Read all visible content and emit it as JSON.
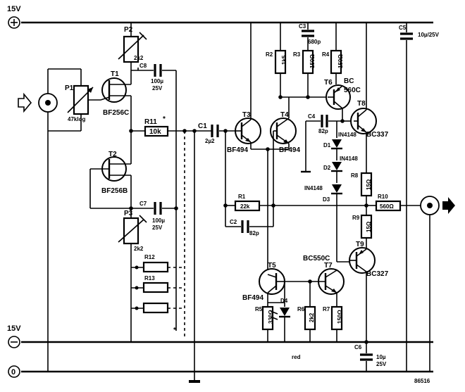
{
  "rails": {
    "pos": "15V",
    "neg": "15V",
    "gnd": "0"
  },
  "diagram_ref": "86516",
  "components": {
    "P1": {
      "name": "P1",
      "value": "47klog"
    },
    "P2": {
      "name": "P2",
      "value": "2k2"
    },
    "P3": {
      "name": "P3",
      "value": "2k2"
    },
    "T1": {
      "name": "T1",
      "type": "BF256C"
    },
    "T2": {
      "name": "T2",
      "type": "BF256B"
    },
    "T3": {
      "name": "T3",
      "type": "BF494"
    },
    "T4": {
      "name": "T4",
      "type": "BF494"
    },
    "T5": {
      "name": "T5",
      "type": "BF494"
    },
    "T6": {
      "name": "T6",
      "type_a": "BC",
      "type_b": "560C"
    },
    "T7": {
      "name": "T7",
      "type": "BC550C"
    },
    "T8": {
      "name": "T8",
      "type": "BC337"
    },
    "T9": {
      "name": "T9",
      "type": "BC327"
    },
    "C1": {
      "name": "C1",
      "value": "2µ2"
    },
    "C2": {
      "name": "C2",
      "value": "82p"
    },
    "C3": {
      "name": "C3",
      "value": "680p"
    },
    "C4": {
      "name": "C4",
      "value": "82p"
    },
    "C5": {
      "name": "C5",
      "value": "10µ/25V"
    },
    "C6": {
      "name": "C6",
      "value_a": "10µ",
      "value_b": "25V"
    },
    "C7": {
      "name": "C7",
      "value_a": "100µ",
      "value_b": "25V"
    },
    "C8": {
      "name": "C8",
      "value_a": "100µ",
      "value_b": "25V"
    },
    "R1": {
      "name": "R1",
      "value": "22k"
    },
    "R2": {
      "name": "R2",
      "value": "1k5"
    },
    "R3": {
      "name": "R3",
      "value": "150Ω"
    },
    "R4": {
      "name": "R4",
      "value": "150Ω"
    },
    "R5": {
      "name": "R5",
      "value": "330Ω"
    },
    "R6": {
      "name": "R6",
      "value": "2k2"
    },
    "R7": {
      "name": "R7",
      "value": "150Ω"
    },
    "R8": {
      "name": "R8",
      "value": "15Ω"
    },
    "R9": {
      "name": "R9",
      "value": "15Ω"
    },
    "R10": {
      "name": "R10",
      "value": "560Ω"
    },
    "R11": {
      "name": "R11",
      "value": "10k",
      "mark": "*"
    },
    "R12": {
      "name": "R12"
    },
    "R13": {
      "name": "R13"
    },
    "D1": {
      "name": "D1",
      "type": "IN4148"
    },
    "D2": {
      "name": "D2",
      "type": "IN4148"
    },
    "D3": {
      "name": "D3",
      "type": "IN4148"
    },
    "D4": {
      "name": "D4",
      "note": "red"
    }
  },
  "select_mark": "*"
}
